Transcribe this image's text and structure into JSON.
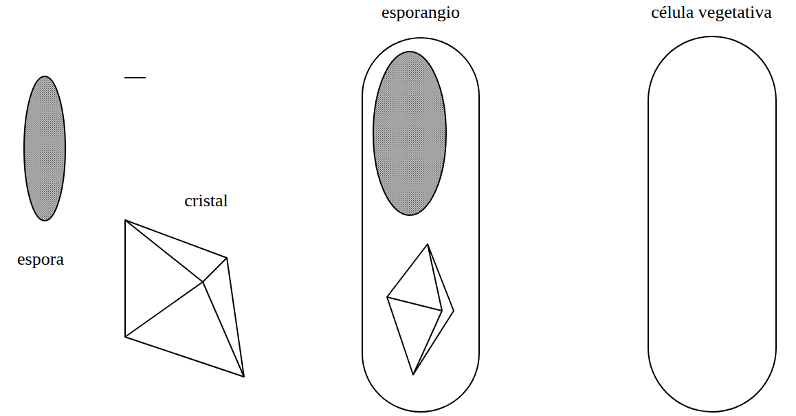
{
  "diagram": {
    "nodes": [
      {
        "text": [
          "espora"
        ]
      },
      {
        "text": [
          "cristal"
        ]
      },
      {
        "text": [
          "esporangio"
        ]
      },
      {
        "text": [
          "célula vegetativa"
        ]
      }
    ]
  }
}
